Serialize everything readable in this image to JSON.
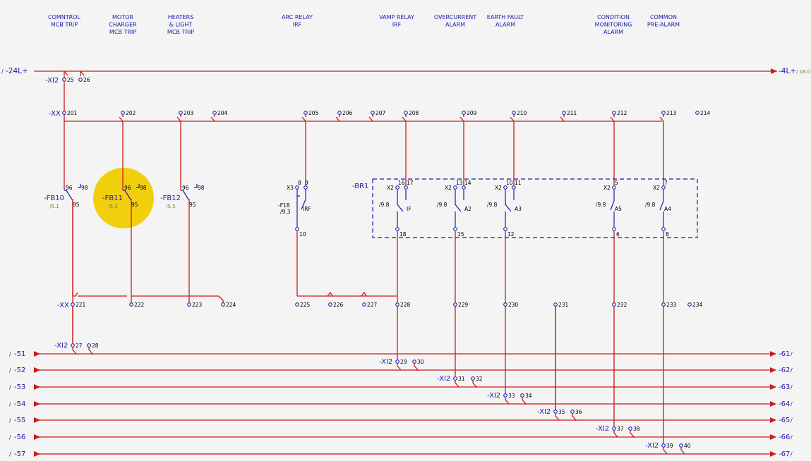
{
  "colors": {
    "wire": "#d01818",
    "label": "#1a1aa8",
    "ref": "#6a8a2a",
    "highlight": "#f2cf0c",
    "background": "#f4f4f4"
  },
  "headers": [
    {
      "lines": [
        "COMNTROL",
        "MCB TRIP"
      ]
    },
    {
      "lines": [
        "MOTOR",
        "CHARGER",
        "MCB TRIP"
      ]
    },
    {
      "lines": [
        "HEATERS",
        "& LIGHT",
        "MCB TRIP"
      ]
    },
    {
      "lines": [
        "ARC RELAY",
        "IRF"
      ]
    },
    {
      "lines": [
        "VAMP RELAY",
        "IRF"
      ]
    },
    {
      "lines": [
        "OVERCURRENT",
        "ALARM"
      ]
    },
    {
      "lines": [
        "EARTH FAULT",
        "ALARM"
      ]
    },
    {
      "lines": [
        "CONDITION",
        "MONITORING",
        "ALARM"
      ]
    },
    {
      "lines": [
        "COMMON",
        "PRE-ALARM"
      ]
    }
  ],
  "rail_top": {
    "prefix": "/",
    "left": "-24L+",
    "right": "-4L+",
    "right_ref": "/ 16.0"
  },
  "xi2_top": {
    "tag": "-XI2",
    "terminals": [
      "25",
      "26"
    ]
  },
  "xx_upper": {
    "tag": "-XX",
    "terminals": [
      "201",
      "202",
      "203",
      "204",
      "205",
      "206",
      "207",
      "208",
      "209",
      "210",
      "211",
      "212",
      "213",
      "214"
    ]
  },
  "xx_lower": {
    "tag": "-XX",
    "terminals": [
      "221",
      "222",
      "223",
      "224",
      "225",
      "226",
      "227",
      "228",
      "229",
      "230",
      "231",
      "232",
      "233",
      "234"
    ]
  },
  "breakers": [
    {
      "tag": "-FB10",
      "ref": "/5.1",
      "nc": "96",
      "no": "98",
      "com": "95"
    },
    {
      "tag": "-FB11",
      "ref": "/5.3",
      "nc": "96",
      "no": "98",
      "com": "95"
    },
    {
      "tag": "-FB12",
      "ref": "/5.5",
      "nc": "96",
      "no": "98",
      "com": "95"
    }
  ],
  "f18": {
    "tag": "-F18",
    "ref": "/9.3",
    "conn": "X3",
    "t1": "8",
    "t2": "9",
    "t3": "10",
    "contact": "IRF"
  },
  "br1": {
    "tag": "-BR1",
    "channels": [
      {
        "conn": "X2",
        "ta": "16",
        "tb": "17",
        "tc": "18",
        "ref": "/9.8",
        "contact": "IF"
      },
      {
        "conn": "X2",
        "ta": "13",
        "tb": "14",
        "tc": "15",
        "ref": "/9.8",
        "contact": "A2"
      },
      {
        "conn": "X2",
        "ta": "10",
        "tb": "11",
        "tc": "12",
        "ref": "/9.8",
        "contact": "A3"
      },
      {
        "conn": "X2",
        "ta": "",
        "tb": "5",
        "tc": "6",
        "ref": "/9.8",
        "contact": "A5"
      },
      {
        "conn": "X2",
        "ta": "",
        "tb": "7",
        "tc": "8",
        "ref": "/9.8",
        "contact": "A4"
      }
    ]
  },
  "xi2_bottom": [
    {
      "tag": "-XI2",
      "a": "27",
      "b": "28"
    },
    {
      "tag": "-XI2",
      "a": "29",
      "b": "30"
    },
    {
      "tag": "-XI2",
      "a": "31",
      "b": "32"
    },
    {
      "tag": "-XI2",
      "a": "33",
      "b": "34"
    },
    {
      "tag": "-XI2",
      "a": "35",
      "b": "36"
    },
    {
      "tag": "-XI2",
      "a": "37",
      "b": "38"
    },
    {
      "tag": "-XI2",
      "a": "39",
      "b": "40"
    }
  ],
  "output_rails": [
    {
      "left": "-51",
      "right": "-61"
    },
    {
      "left": "-52",
      "right": "-62"
    },
    {
      "left": "-53",
      "right": "-63"
    },
    {
      "left": "-54",
      "right": "-64"
    },
    {
      "left": "-55",
      "right": "-65"
    },
    {
      "left": "-56",
      "right": "-66"
    },
    {
      "left": "-57",
      "right": "-67"
    }
  ],
  "rail_suffix": "/"
}
